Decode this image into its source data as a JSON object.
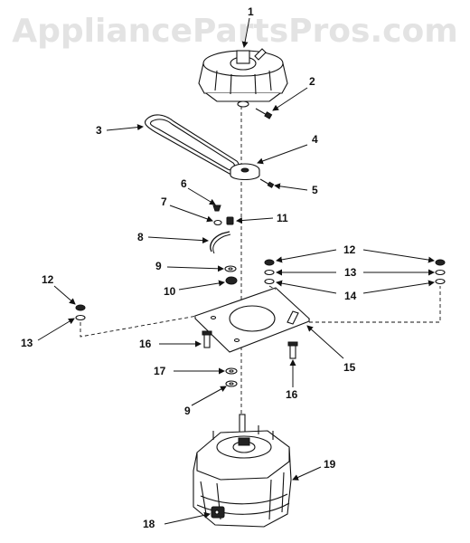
{
  "watermark": "AppliancePartsPros.com",
  "callouts": {
    "c1": "1",
    "c2": "2",
    "c3": "3",
    "c4": "4",
    "c5": "5",
    "c6": "6",
    "c7": "7",
    "c8": "8",
    "c9a": "9",
    "c10": "10",
    "c11": "11",
    "c12a": "12",
    "c12b": "12",
    "c13a": "13",
    "c13b": "13",
    "c14": "14",
    "c15": "15",
    "c16a": "16",
    "c16b": "16",
    "c17": "17",
    "c9b": "9",
    "c18": "18",
    "c19": "19"
  }
}
